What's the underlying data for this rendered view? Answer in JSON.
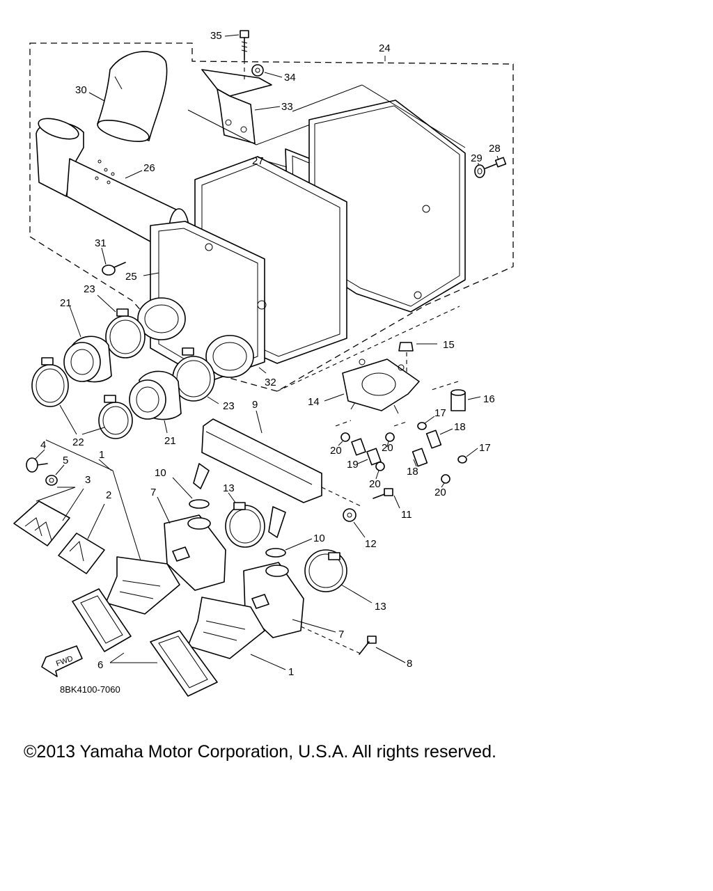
{
  "diagram": {
    "callouts": {
      "c1a": "1",
      "c1b": "1",
      "c2": "2",
      "c3": "3",
      "c4": "4",
      "c5": "5",
      "c6": "6",
      "c7a": "7",
      "c7b": "7",
      "c8": "8",
      "c9": "9",
      "c10a": "10",
      "c10b": "10",
      "c11": "11",
      "c12": "12",
      "c13a": "13",
      "c13b": "13",
      "c14": "14",
      "c15": "15",
      "c16": "16",
      "c17a": "17",
      "c17b": "17",
      "c18a": "18",
      "c18b": "18",
      "c19": "19",
      "c20a": "20",
      "c20b": "20",
      "c20c": "20",
      "c20d": "20",
      "c21a": "21",
      "c21b": "21",
      "c22": "22",
      "c23a": "23",
      "c23b": "23",
      "c24": "24",
      "c25": "25",
      "c26": "26",
      "c27": "27",
      "c28": "28",
      "c29": "29",
      "c30": "30",
      "c31": "31",
      "c32": "32",
      "c33": "33",
      "c34": "34",
      "c35": "35"
    },
    "fwd_label": "FWD",
    "drawing_code": "8BK4100-7060"
  },
  "footer": {
    "copyright": "©2013 Yamaha Motor Corporation, U.S.A. All rights reserved."
  }
}
